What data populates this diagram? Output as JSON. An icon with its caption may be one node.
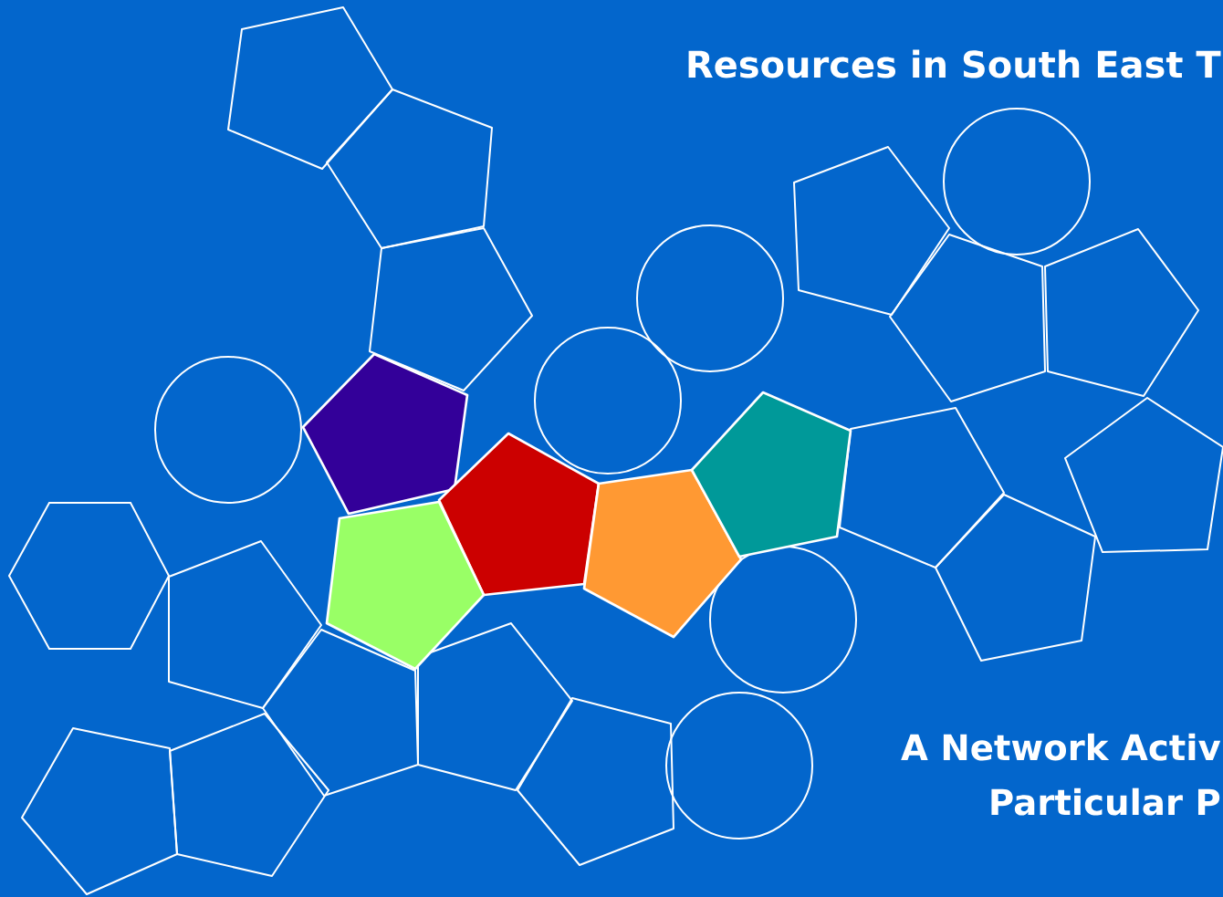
{
  "diagram": {
    "title": "Resources in South East T",
    "labels": [
      "A Network Activ",
      "Particular P"
    ]
  }
}
